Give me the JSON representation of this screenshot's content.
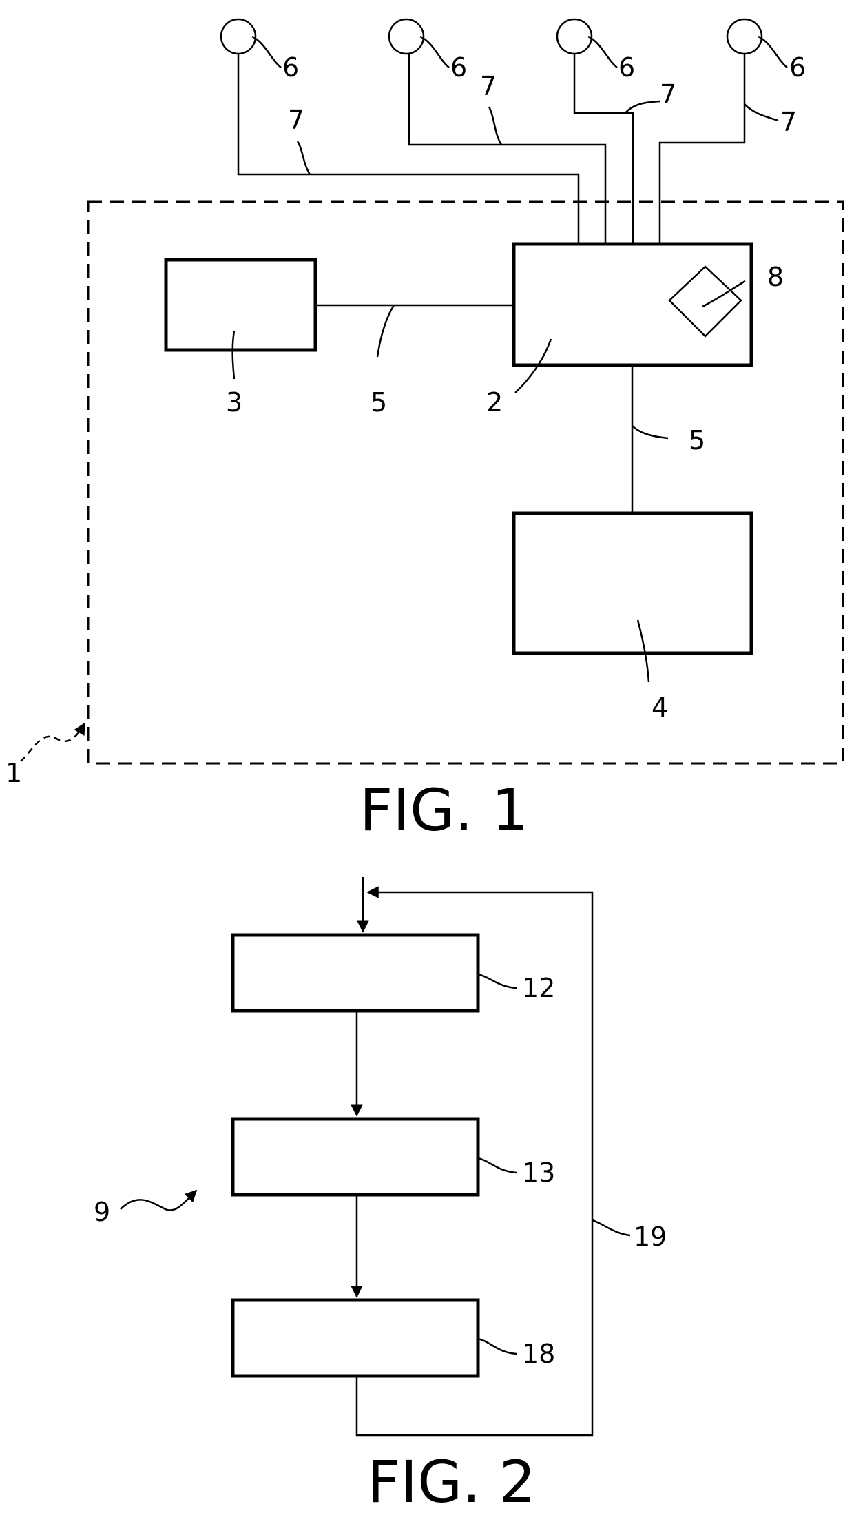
{
  "figures": [
    {
      "title": "FIG. 1",
      "ref_labels": {
        "system": "1",
        "unit_2": "2",
        "unit_3": "3",
        "unit_4": "4",
        "link_5": "5",
        "sensor_6": "6",
        "wire_7": "7",
        "element_8": "8"
      }
    },
    {
      "title": "FIG. 2",
      "ref_labels": {
        "method": "9",
        "step_12": "12",
        "step_13": "13",
        "step_18": "18",
        "loop_19": "19"
      }
    }
  ]
}
